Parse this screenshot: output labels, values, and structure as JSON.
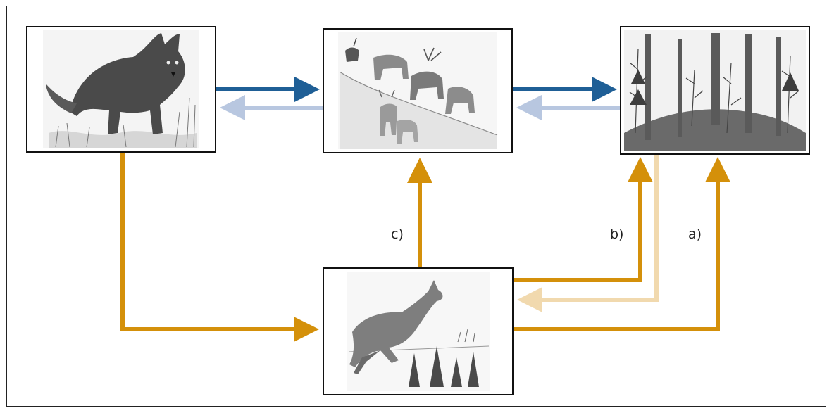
{
  "panels": [
    {
      "id": "wolf",
      "icon": "wolf-sketch-icon"
    },
    {
      "id": "deer-herd",
      "icon": "deer-herd-sketch-icon"
    },
    {
      "id": "forest",
      "icon": "forest-sketch-icon"
    },
    {
      "id": "running-deer",
      "icon": "running-deer-sketch-icon"
    }
  ],
  "labels": {
    "a": "a)",
    "b": "b)",
    "c": "c)"
  },
  "colors": {
    "direct_effect": "#1f5f96",
    "direct_effect_feedback": "#b8c7e0",
    "indirect_effect": "#d4900a",
    "indirect_effect_weak": "#f1d9ae",
    "border": "#111111"
  }
}
